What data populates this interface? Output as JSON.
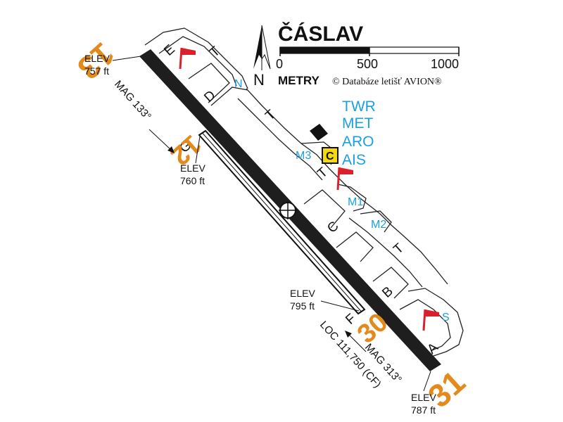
{
  "title": "ČÁSLAV",
  "scale": {
    "start": "0",
    "mid": "500",
    "end": "1000",
    "unit": "METRY"
  },
  "copyright": "© Databáze letišť AVION®",
  "north_letter": "N",
  "services": [
    "TWR",
    "MET",
    "ARO",
    "AIS"
  ],
  "customs_badge": "C",
  "wind_indicator_labels": {
    "north": "N",
    "south": "S"
  },
  "runways": {
    "main": {
      "end_nw": "13",
      "end_se": "31"
    },
    "grass": {
      "end_nw": "12",
      "end_se": "30"
    }
  },
  "taxiways": {
    "letters": [
      "E",
      "T",
      "D",
      "T",
      "G",
      "T",
      "C",
      "T",
      "B",
      "F",
      "A"
    ],
    "stands": [
      "M3",
      "M1",
      "M2"
    ]
  },
  "elevations": {
    "rwy13": {
      "label": "ELEV",
      "value": "757 ft"
    },
    "rwy12": {
      "label": "ELEV",
      "value": "760 ft"
    },
    "rwy30": {
      "label": "ELEV",
      "value": "795 ft"
    },
    "rwy31": {
      "label": "ELEV",
      "value": "787 ft"
    }
  },
  "magnetic": {
    "nw": "MAG 133°",
    "se": "MAG 313°"
  },
  "localizer": "LOC 111,750 (CF)",
  "colors": {
    "runway": "#1e1e1e",
    "runway_numbers": "#e38a1c",
    "service_text": "#1a9fe0",
    "windsock": "#d9202b",
    "badge": "#f5d90a"
  },
  "icons": [
    "windsock-icon",
    "north-arrow-icon",
    "customs-badge-icon",
    "aerodrome-reference-point-icon"
  ]
}
